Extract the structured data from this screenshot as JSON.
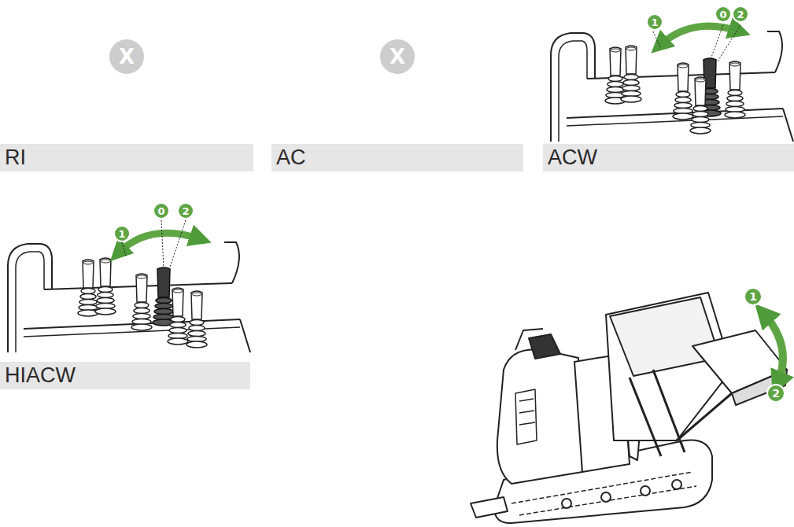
{
  "diagram": {
    "nodes": [
      {
        "text": [
          "RI"
        ]
      },
      {
        "text": [
          "AC"
        ]
      },
      {
        "text": [
          "ACW"
        ]
      },
      {
        "text": [
          "HIACW"
        ]
      }
    ],
    "labels": [
      "X",
      "X",
      "1",
      "0",
      "2",
      "1",
      "0",
      "2",
      "1",
      "2"
    ]
  }
}
